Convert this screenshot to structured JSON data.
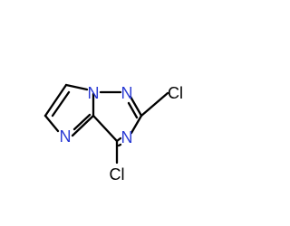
{
  "molecule": {
    "atoms": {
      "n_bridge": "N",
      "n_triazine_upper": "N",
      "n_triazine_right": "N",
      "n_imidazole": "N",
      "cl_top": "Cl",
      "cl_bottom": "Cl"
    }
  },
  "colors": {
    "nitrogen": "#2a3bd4",
    "bond": "#000000",
    "background": "#ffffff"
  }
}
